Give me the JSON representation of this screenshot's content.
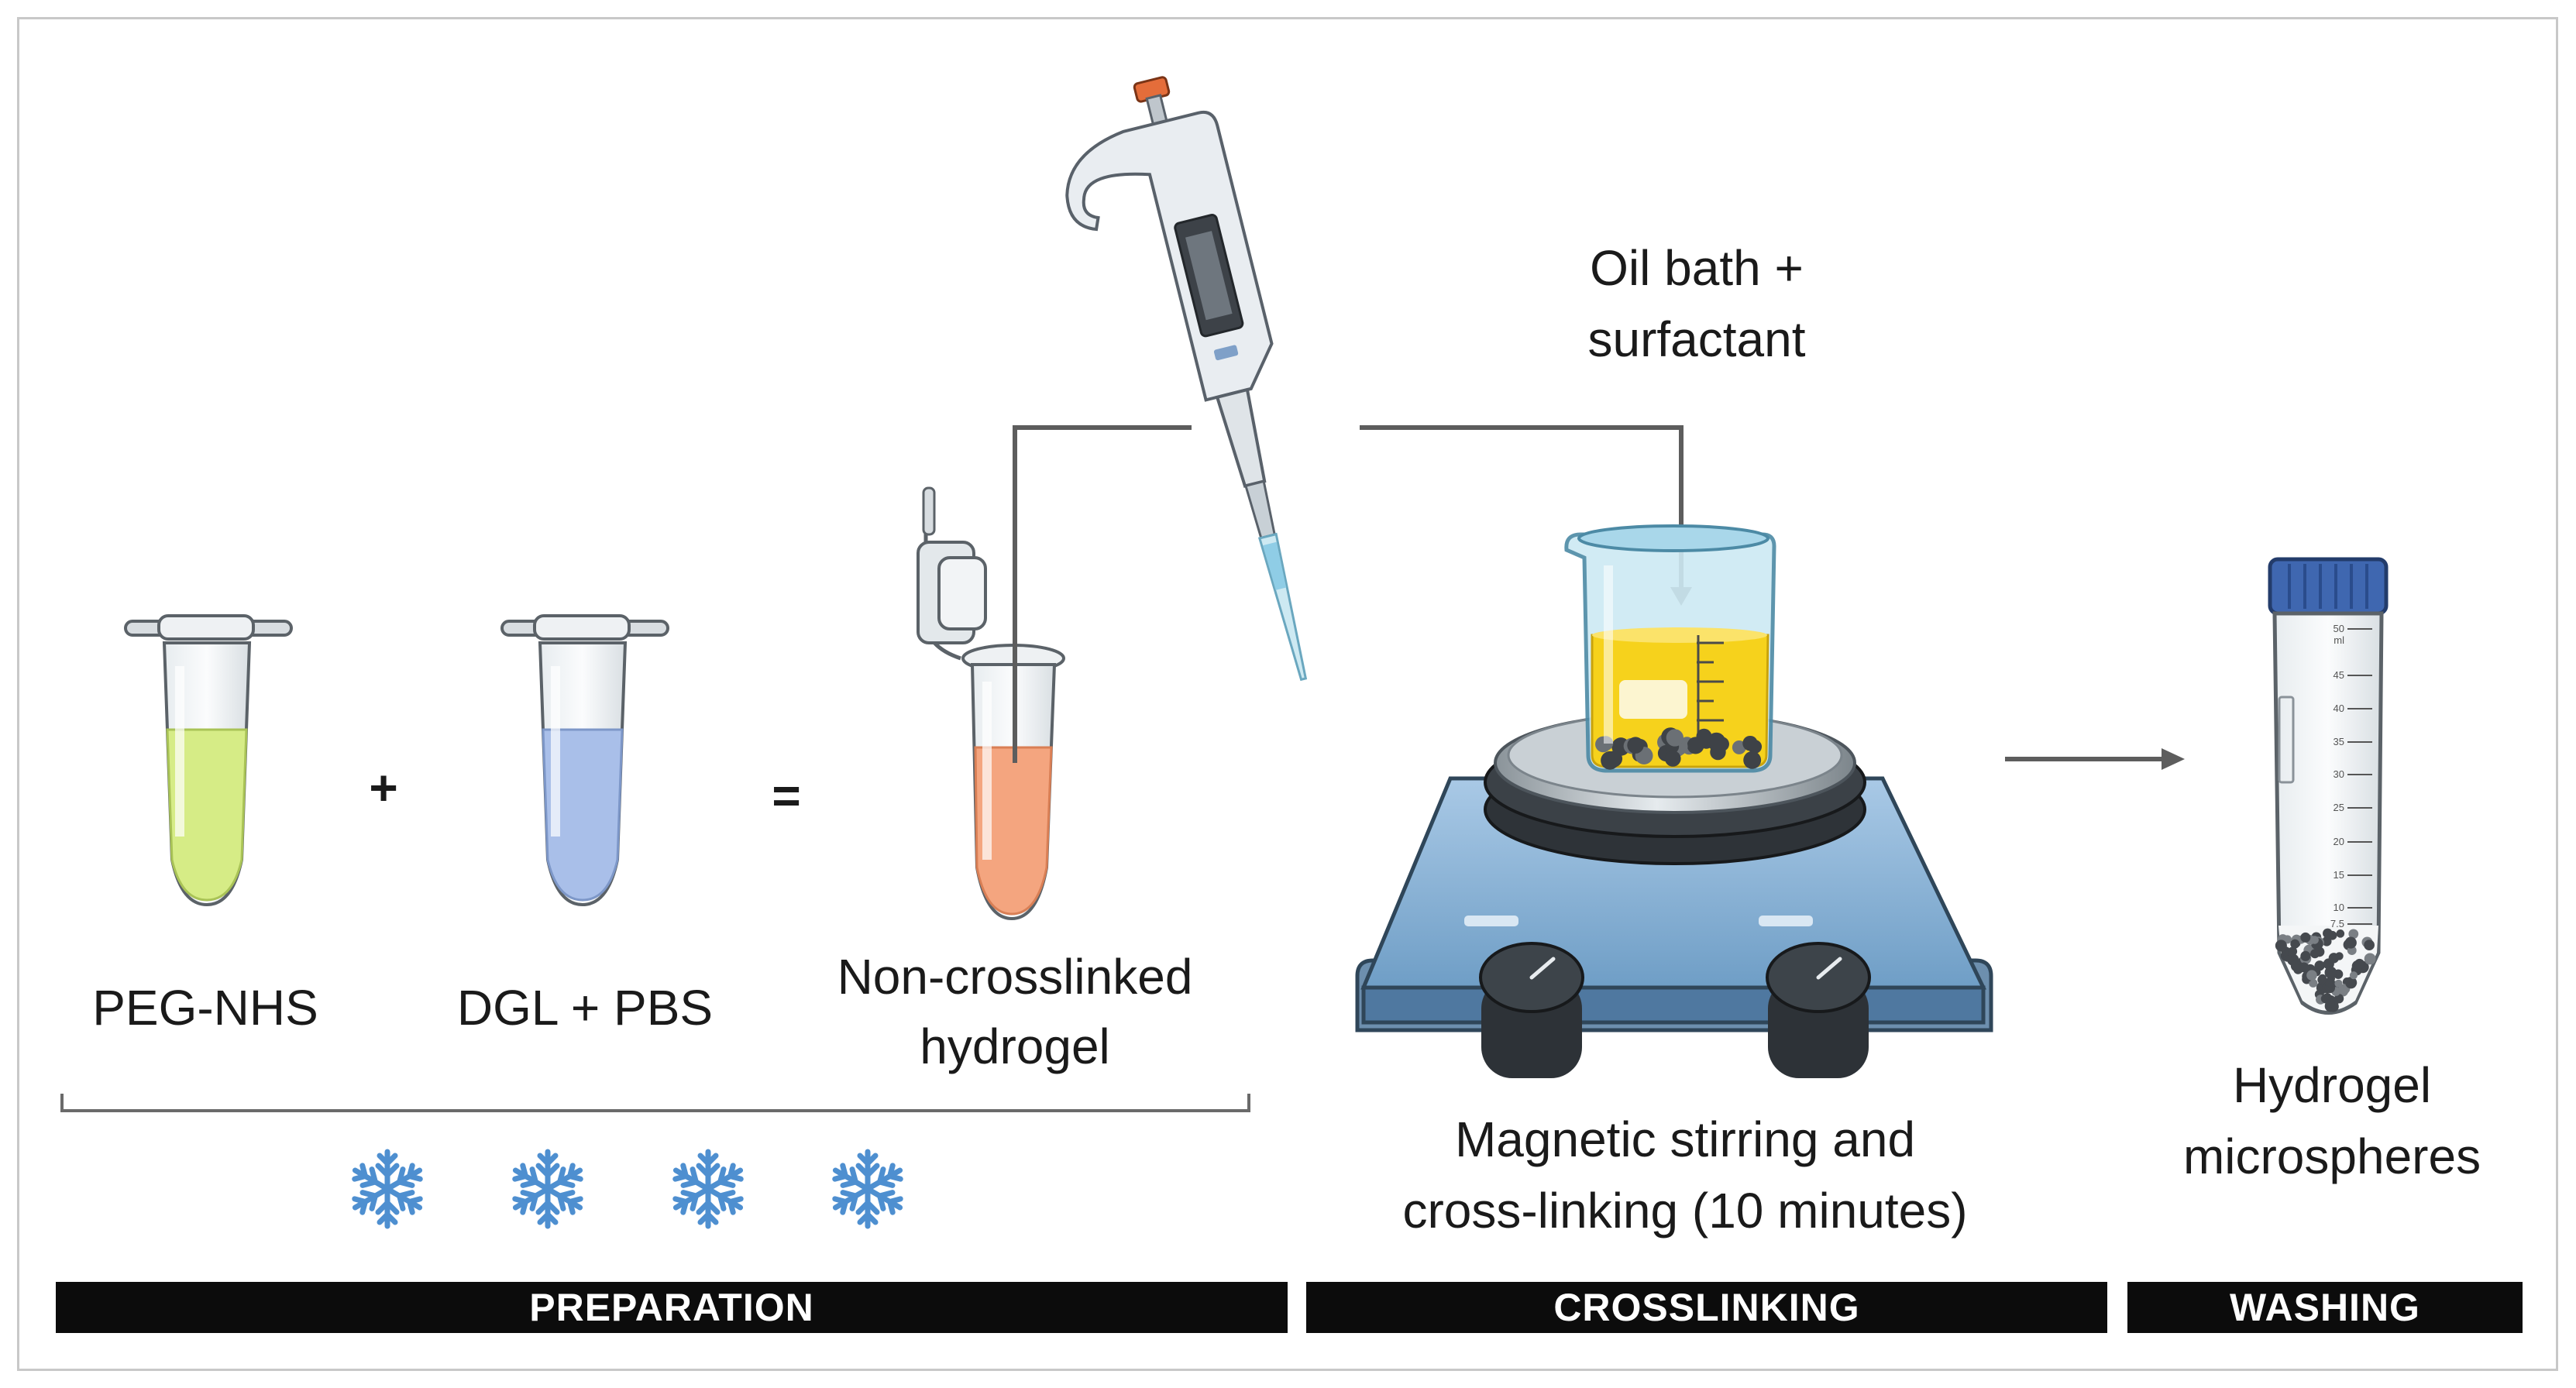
{
  "steps": {
    "preparation": "PREPARATION",
    "crosslinking": "CROSSLINKING",
    "washing": "WASHING"
  },
  "labels": {
    "peg_nhs": "PEG-NHS",
    "dgl_pbs": "DGL + PBS",
    "non_crosslinked_line1": "Non-crosslinked",
    "non_crosslinked_line2": "hydrogel",
    "oil_bath_line1": "Oil bath +",
    "oil_bath_line2": "surfactant",
    "stirring_line1": "Magnetic stirring and",
    "stirring_line2": "cross-linking (10 minutes)",
    "microspheres_line1": "Hydrogel",
    "microspheres_line2": "microspheres"
  },
  "operators": {
    "plus": "+",
    "equals": "="
  },
  "falcon_tube_ticks": [
    "50",
    "ml",
    "45",
    "40",
    "35",
    "30",
    "25",
    "20",
    "15",
    "10",
    "7.5"
  ],
  "icons": [
    "snowflake-icon",
    "snowflake-icon",
    "snowflake-icon",
    "snowflake-icon"
  ],
  "colors": {
    "peg_nhs_liquid": "#d6ec86",
    "dgl_pbs_liquid": "#a9bfe9",
    "hydrogel_liquid": "#f4a57f",
    "oil_bath": "#f6d21c",
    "snowflake": "#4e8fd0",
    "step_bar": "#0c0c0c"
  }
}
